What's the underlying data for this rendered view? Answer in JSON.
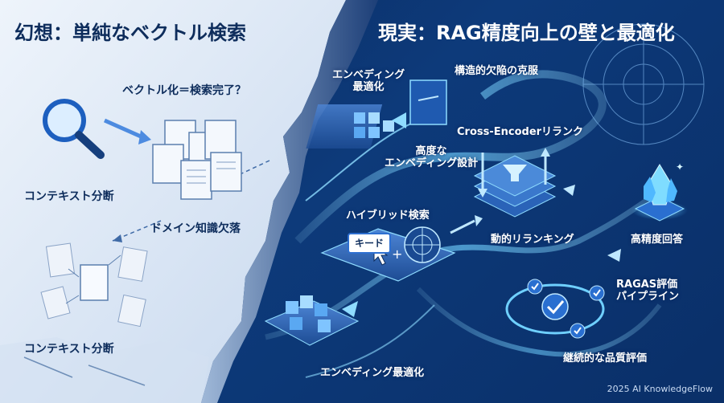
{
  "titles": {
    "left": "幻想：単純なベクトル検索",
    "right": "現実：RAG精度向上の壁と最適化"
  },
  "left_labels": {
    "question": "ベクトル化＝検索完了？",
    "context_split_1": "コンテキスト分断",
    "domain_gap": "ドメイン知識欠落",
    "context_split_2": "コンテキスト分断"
  },
  "right_labels": {
    "embed_opt_top_line1": "エンベディング",
    "embed_opt_top_line2": "最適化",
    "structural_gap": "構造的欠陥の克服",
    "advanced_line1": "高度な",
    "advanced_line2": "エンベディング設計",
    "cross_encoder": "Cross-Encoderリランク",
    "hybrid_search": "ハイブリッド検索",
    "keyword": "キード",
    "dynamic_rerank": "動的リランキング",
    "high_precision": "高精度回答",
    "ragas_line1": "RAGAS評価",
    "ragas_line2": "パイプライン",
    "embed_opt_bottom": "エンベディング最適化",
    "continuous_eval": "継続的な品質評価"
  },
  "footer": "2025 AI KnowledgeFlow",
  "colors": {
    "left_bg": "#dfeaf7",
    "right_bg": "#0b2a5e",
    "accent": "#3fb4ff",
    "title_dark": "#0e2d5c",
    "text_light": "#ffffff"
  },
  "icons": [
    "magnifier-icon",
    "document-stack-icon",
    "scattered-documents-icon",
    "cube-cluster-icon",
    "layer-stack-icon",
    "funnel-icon",
    "radar-icon",
    "crystal-icon",
    "check-cycle-icon",
    "cursor-icon"
  ]
}
